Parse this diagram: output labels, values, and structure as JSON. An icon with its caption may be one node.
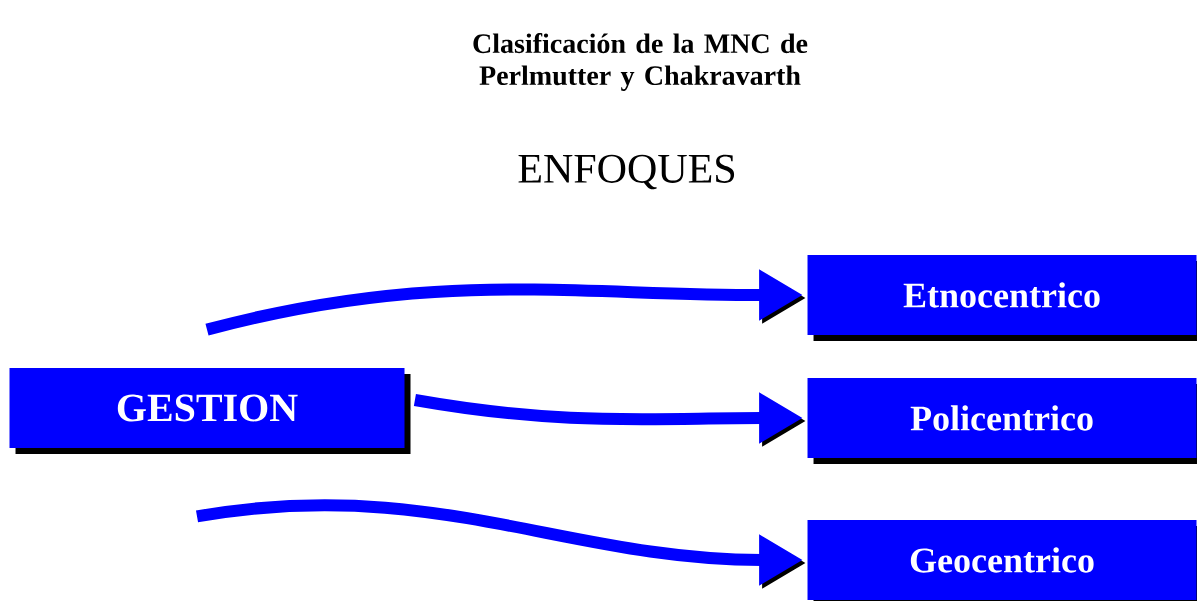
{
  "diagram": {
    "title": "Clasificación de la MNC de Perlmutter y Chakravarth",
    "nodes": [
      {
        "text": [
          "GESTION"
        ]
      },
      {
        "text": [
          "Etnocentrico"
        ]
      },
      {
        "text": [
          "Policentrico"
        ]
      },
      {
        "text": [
          "Geocentrico"
        ]
      }
    ],
    "edges": [
      {
        "from": 0,
        "to": 1,
        "arrow": "to"
      },
      {
        "from": 0,
        "to": 2,
        "arrow": "to"
      },
      {
        "from": 0,
        "to": 3,
        "arrow": "to"
      }
    ],
    "labels": [
      "ENFOQUES"
    ]
  }
}
